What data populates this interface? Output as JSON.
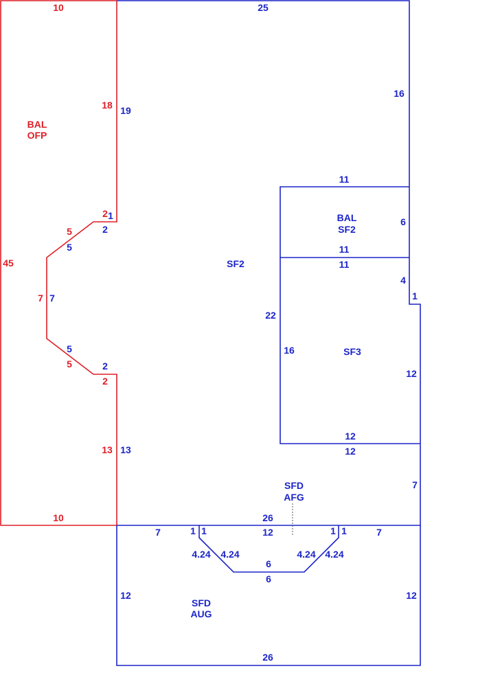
{
  "colors": {
    "red": "#dd1f26",
    "blue": "#1c25c8"
  },
  "areas": {
    "bal_ofp": {
      "line1": "BAL",
      "line2": "OFP"
    },
    "sf2": "SF2",
    "bal_sf2": {
      "line1": "BAL",
      "line2": "SF2"
    },
    "sf3": "SF3",
    "sfd_afg": {
      "line1": "SFD",
      "line2": "AFG"
    },
    "sfd_aug": {
      "line1": "SFD",
      "line2": "AUG"
    }
  },
  "dimensions": {
    "ofp": {
      "top": "10",
      "bottom": "10",
      "left": "45",
      "right_upper": "18",
      "right_lower": "13",
      "notch_top": "2",
      "notch_top_b": "1",
      "diag_upper": "5",
      "vertical": "7",
      "diag_lower": "5",
      "notch_bottom": "2"
    },
    "sf2": {
      "top": "25",
      "right_upper": "16",
      "left_upper": "19",
      "notch_top": "2",
      "diag_upper": "5",
      "vertical": "7",
      "diag_lower": "5",
      "notch_bottom": "2",
      "left_lower": "13",
      "inner_22": "22",
      "step": "1",
      "right_lower": "7",
      "bottom": "26"
    },
    "bal_sf2": {
      "top": "11",
      "right": "6",
      "bottom": "11"
    },
    "sf3": {
      "top": "11",
      "right_upper": "4",
      "left": "16",
      "right": "12",
      "bottom": "12"
    },
    "sfd_aug": {
      "top_left": "7",
      "notch_l1": "1",
      "notch_l2": "1",
      "top_mid": "12",
      "notch_r1": "1",
      "notch_r2": "1",
      "top_right": "7",
      "diag_l1": "4.24",
      "diag_l2": "4.24",
      "diag_r1": "4.24",
      "diag_r2": "4.24",
      "bay_top": "6",
      "bay_bottom": "6",
      "left": "12",
      "right": "12",
      "bottom": "26",
      "sf2_bottom_12": "12"
    }
  }
}
